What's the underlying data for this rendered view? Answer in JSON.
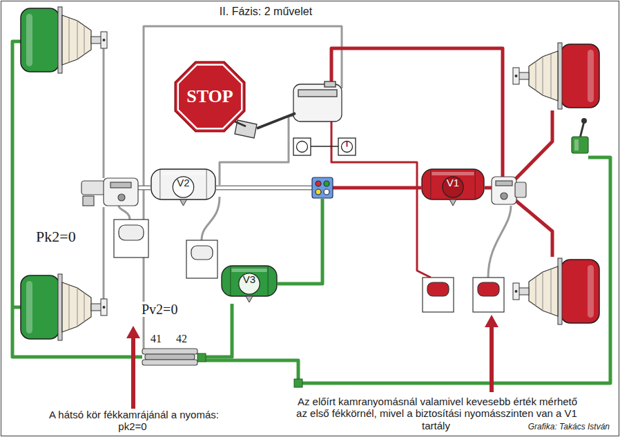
{
  "diagram": {
    "title": "II. Fázis: 2 művelet",
    "nodes": [
      {
        "text": [
          "STOP"
        ]
      },
      {
        "text": [
          "V2"
        ]
      },
      {
        "text": [
          "V1"
        ]
      },
      {
        "text": [
          "V3"
        ]
      }
    ],
    "labels": [
      "Pk2=0",
      "Pv2=0",
      "41",
      "42",
      "A hátsó kör fékkamrájánál a nyomás: pk2=0",
      "Az előírt kamranyomásnál valamivel kevesebb érték mérhető az első fékkörnél, mivel a biztosítási nyomásszinten van a V1 tartály",
      "Grafika: Takács István"
    ]
  }
}
